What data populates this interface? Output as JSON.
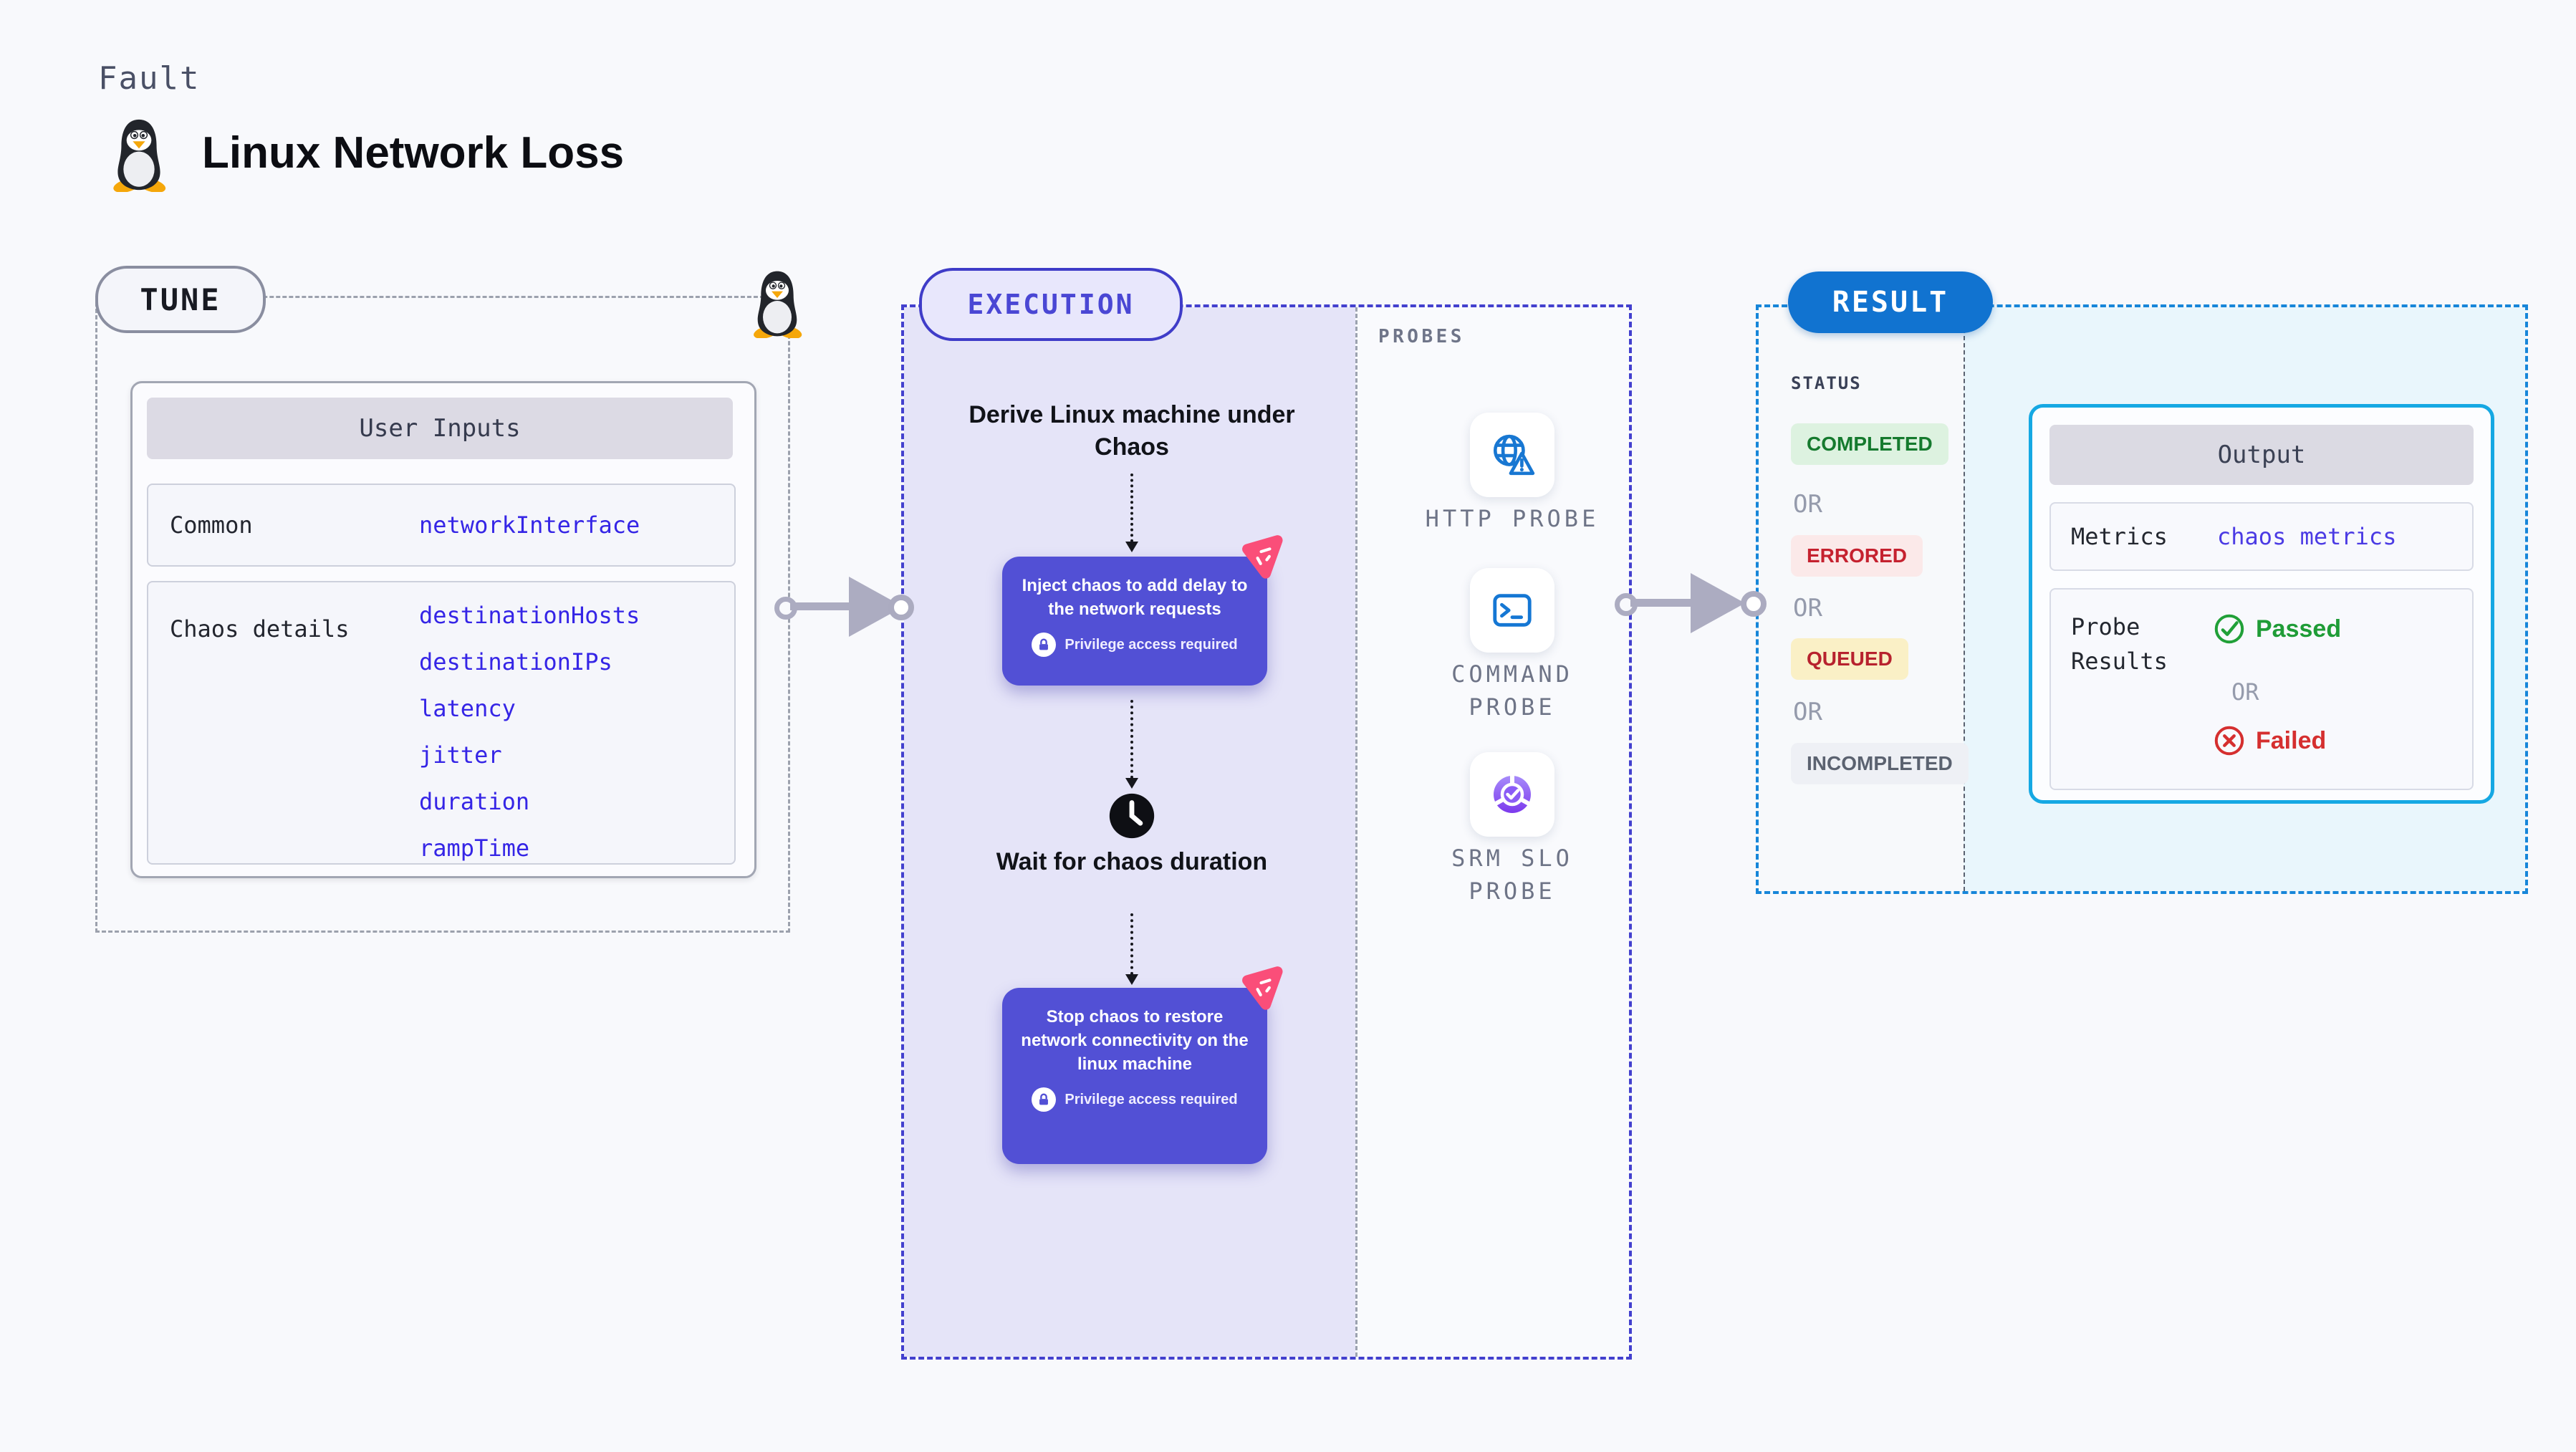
{
  "header": {
    "kicker": "Fault",
    "title": "Linux Network Loss"
  },
  "tune": {
    "badge": "TUNE",
    "card_header": "User Inputs",
    "rows": [
      {
        "label": "Common",
        "values": [
          "networkInterface"
        ]
      },
      {
        "label": "Chaos details",
        "values": [
          "destinationHosts",
          "destinationIPs",
          "latency",
          "jitter",
          "duration",
          "rampTime"
        ]
      }
    ]
  },
  "execution": {
    "badge": "EXECUTION",
    "derive_label": "Derive Linux machine under Chaos",
    "inject_step": {
      "title": "Inject chaos to add delay to the network requests",
      "privilege": "Privilege access required"
    },
    "wait_label": "Wait for chaos duration",
    "stop_step": {
      "title": "Stop chaos to restore network connectivity on the linux machine",
      "privilege": "Privilege access required"
    }
  },
  "probes": {
    "label": "PROBES",
    "items": [
      {
        "name": "HTTP PROBE",
        "icon": "globe-warning-icon"
      },
      {
        "name": "COMMAND PROBE",
        "icon": "terminal-icon"
      },
      {
        "name": "SRM SLO PROBE",
        "icon": "slo-donut-icon"
      }
    ]
  },
  "result": {
    "badge": "RESULT",
    "status_label": "STATUS",
    "or_label": "OR",
    "statuses": [
      {
        "label": "COMPLETED",
        "color": "#157A2E",
        "bg": "#DDF2E0"
      },
      {
        "label": "ERRORED",
        "color": "#C5212F",
        "bg": "#FBE9E9"
      },
      {
        "label": "QUEUED",
        "color": "#B7222E",
        "bg": "#FAF0C6"
      },
      {
        "label": "INCOMPLETED",
        "color": "#5B6270",
        "bg": "#EEF0F5"
      }
    ],
    "output": {
      "header": "Output",
      "metrics_label": "Metrics",
      "metrics_value": "chaos metrics",
      "probe_results_label": "Probe Results",
      "passed": "Passed",
      "or_label": "OR",
      "failed": "Failed"
    }
  },
  "colors": {
    "page_bg": "#F8F9FC",
    "execution_fill": "#E5E4F8",
    "execution_border": "#4340CE",
    "action_box": "#5250D5",
    "chaos_pink": "#FA4E79",
    "result_border": "#1786D9",
    "result_badge_bg": "#1173D0",
    "result_fill": "#E9F6FC",
    "output_border": "#15A8E3",
    "value_blue": "#3525E6",
    "arrow_gray": "#ACACC1",
    "passed_green": "#1F9C37",
    "failed_red": "#D52F2F"
  }
}
